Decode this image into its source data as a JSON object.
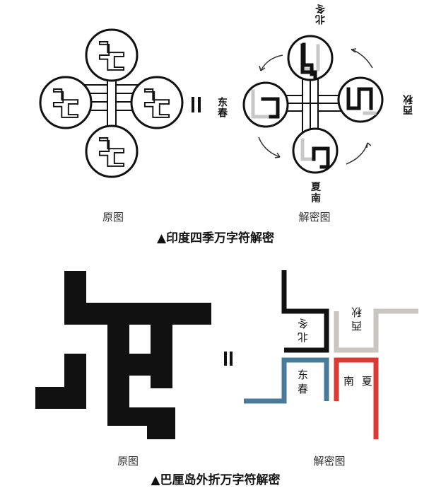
{
  "top": {
    "caption_original": "原图",
    "caption_decoded": "解密图",
    "title": "▲印度四季万字符解密",
    "labels": {
      "north_line1": "北",
      "north_line2": "冬",
      "east_line1": "东",
      "east_line2": "春",
      "south_line1": "夏",
      "south_line2": "南",
      "west_line1": "西",
      "west_line2": "秋"
    }
  },
  "bottom": {
    "caption_original": "原图",
    "caption_decoded": "解密图",
    "title": "▲巴厘岛外折万字符解密",
    "labels": {
      "winter": "北 冬",
      "autumn": "西 秋",
      "spring": "东 春",
      "summer": "南 夏"
    }
  },
  "colors": {
    "black": "#111111",
    "gray": "#c8c8c8",
    "blue": "#4a7a9a",
    "red": "#d93b35",
    "bottom_gray": "#c9c6c0"
  }
}
